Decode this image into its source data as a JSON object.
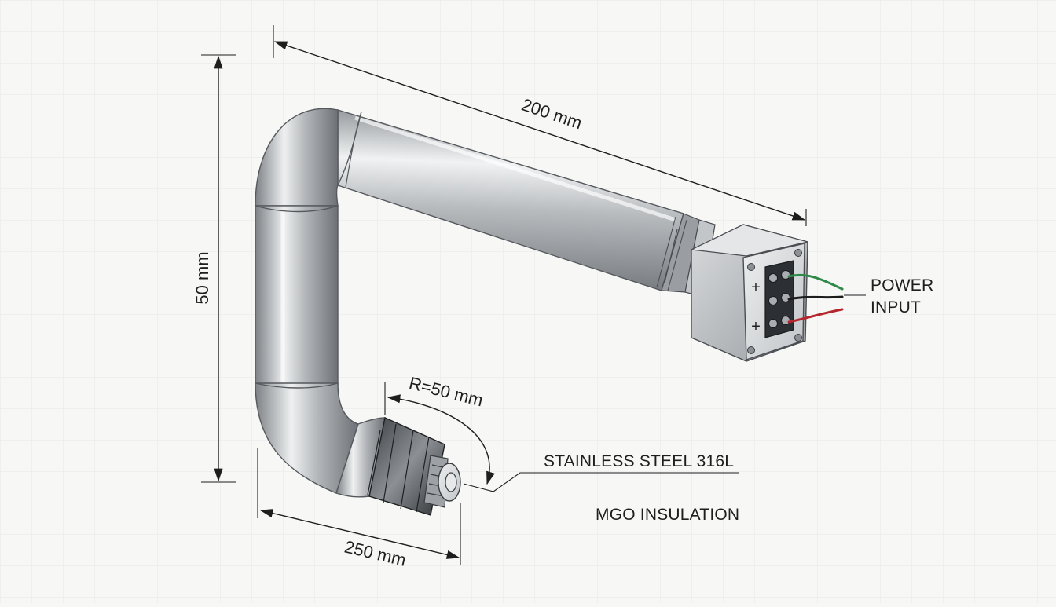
{
  "dimensions": {
    "length_top": "200 mm",
    "height_left": "50 mm",
    "bend_radius": "R=50 mm",
    "length_bottom": "250 mm"
  },
  "callouts": {
    "power_input_line1": "POWER",
    "power_input_line2": "INPUT",
    "material": "STAINLESS STEEL 316L",
    "insulation": "MGO INSULATION"
  },
  "terminal_symbols": {
    "top": "+",
    "bottom": "+"
  },
  "colors": {
    "background": "#f7f7f6",
    "grid": "#e6e7e6",
    "steel": "#b9bcbf",
    "wire_green": "#2f8a4a",
    "wire_black": "#1c1c1c",
    "wire_red": "#b3272d"
  }
}
